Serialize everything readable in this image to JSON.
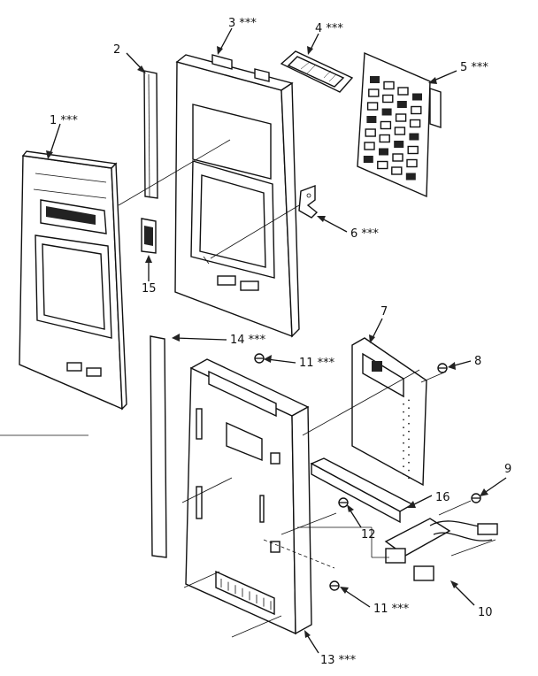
{
  "callouts": [
    {
      "id": "part-1",
      "text": "1 ***"
    },
    {
      "id": "part-2",
      "text": "2"
    },
    {
      "id": "part-3",
      "text": "3 ***"
    },
    {
      "id": "part-4",
      "text": "4 ***"
    },
    {
      "id": "part-5",
      "text": "5 ***"
    },
    {
      "id": "part-6",
      "text": "6 ***"
    },
    {
      "id": "part-7",
      "text": "7"
    },
    {
      "id": "part-8",
      "text": "8"
    },
    {
      "id": "part-9",
      "text": "9"
    },
    {
      "id": "part-10",
      "text": "10"
    },
    {
      "id": "part-11a",
      "text": "11 ***"
    },
    {
      "id": "part-11b",
      "text": "11 ***"
    },
    {
      "id": "part-12",
      "text": "12"
    },
    {
      "id": "part-13",
      "text": "13 ***"
    },
    {
      "id": "part-14",
      "text": "14 ***"
    },
    {
      "id": "part-15",
      "text": "15"
    },
    {
      "id": "part-16",
      "text": "16"
    }
  ],
  "colors": {
    "ink": "#111111",
    "paper": "#ffffff"
  }
}
